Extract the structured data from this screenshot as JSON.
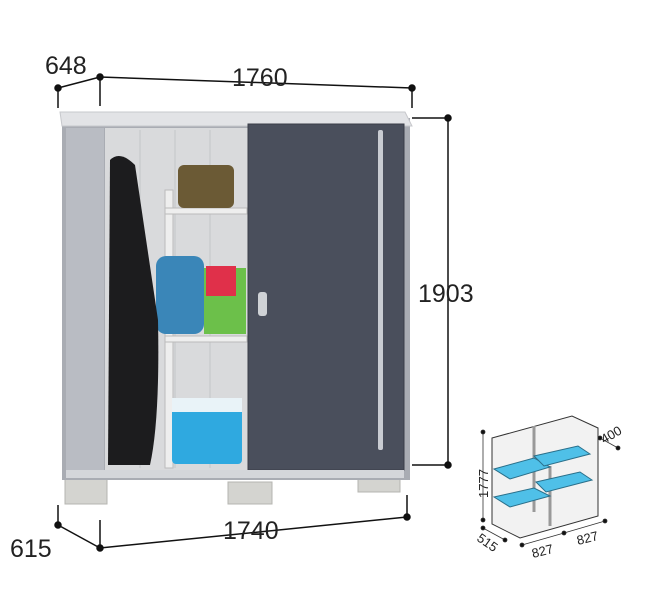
{
  "product": {
    "dimensions": {
      "roof_depth": "648",
      "roof_width": "1760",
      "height": "1903",
      "base_width": "1740",
      "base_depth": "615"
    },
    "interior_diagram": {
      "height": "1777",
      "depth": "515",
      "bay_width_left": "827",
      "bay_width_right": "827",
      "shelf_depth": "400"
    },
    "colors": {
      "door": "#4a4f5c",
      "frame": "#a9acb3",
      "shelf": "#4fc0e8"
    }
  }
}
